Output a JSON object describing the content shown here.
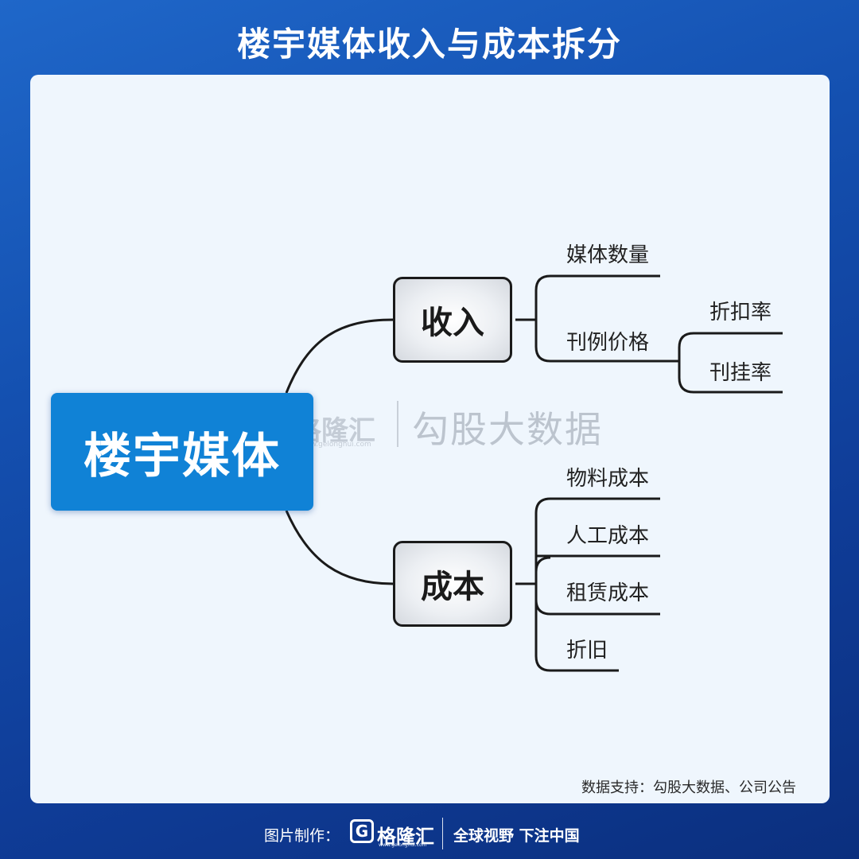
{
  "title": "楼宇媒体收入与成本拆分",
  "mindmap": {
    "root": "楼宇媒体",
    "revenue": {
      "label": "收入",
      "children": [
        "媒体数量",
        "刊例价格"
      ],
      "price_children": [
        "折扣率",
        "刊挂率"
      ]
    },
    "cost": {
      "label": "成本",
      "children": [
        "物料成本",
        "人工成本",
        "租赁成本",
        "折旧"
      ]
    }
  },
  "watermark": {
    "logo_letter": "G",
    "name": "格隆汇",
    "url": "www.gelonghui.com",
    "brand": "勾股大数据"
  },
  "source": "数据支持：勾股大数据、公司公告",
  "footer": {
    "label": "图片制作：",
    "logo_letter": "G",
    "name": "格隆汇",
    "url": "www.gelonghui.com",
    "slogan": "全球视野 下注中国"
  },
  "colors": {
    "root_fill": "#1082d6",
    "panel_bg": "#eff6fd",
    "line": "#1a1a1a",
    "bg_start": "#1f67c9",
    "bg_end": "#0b2f7e"
  }
}
